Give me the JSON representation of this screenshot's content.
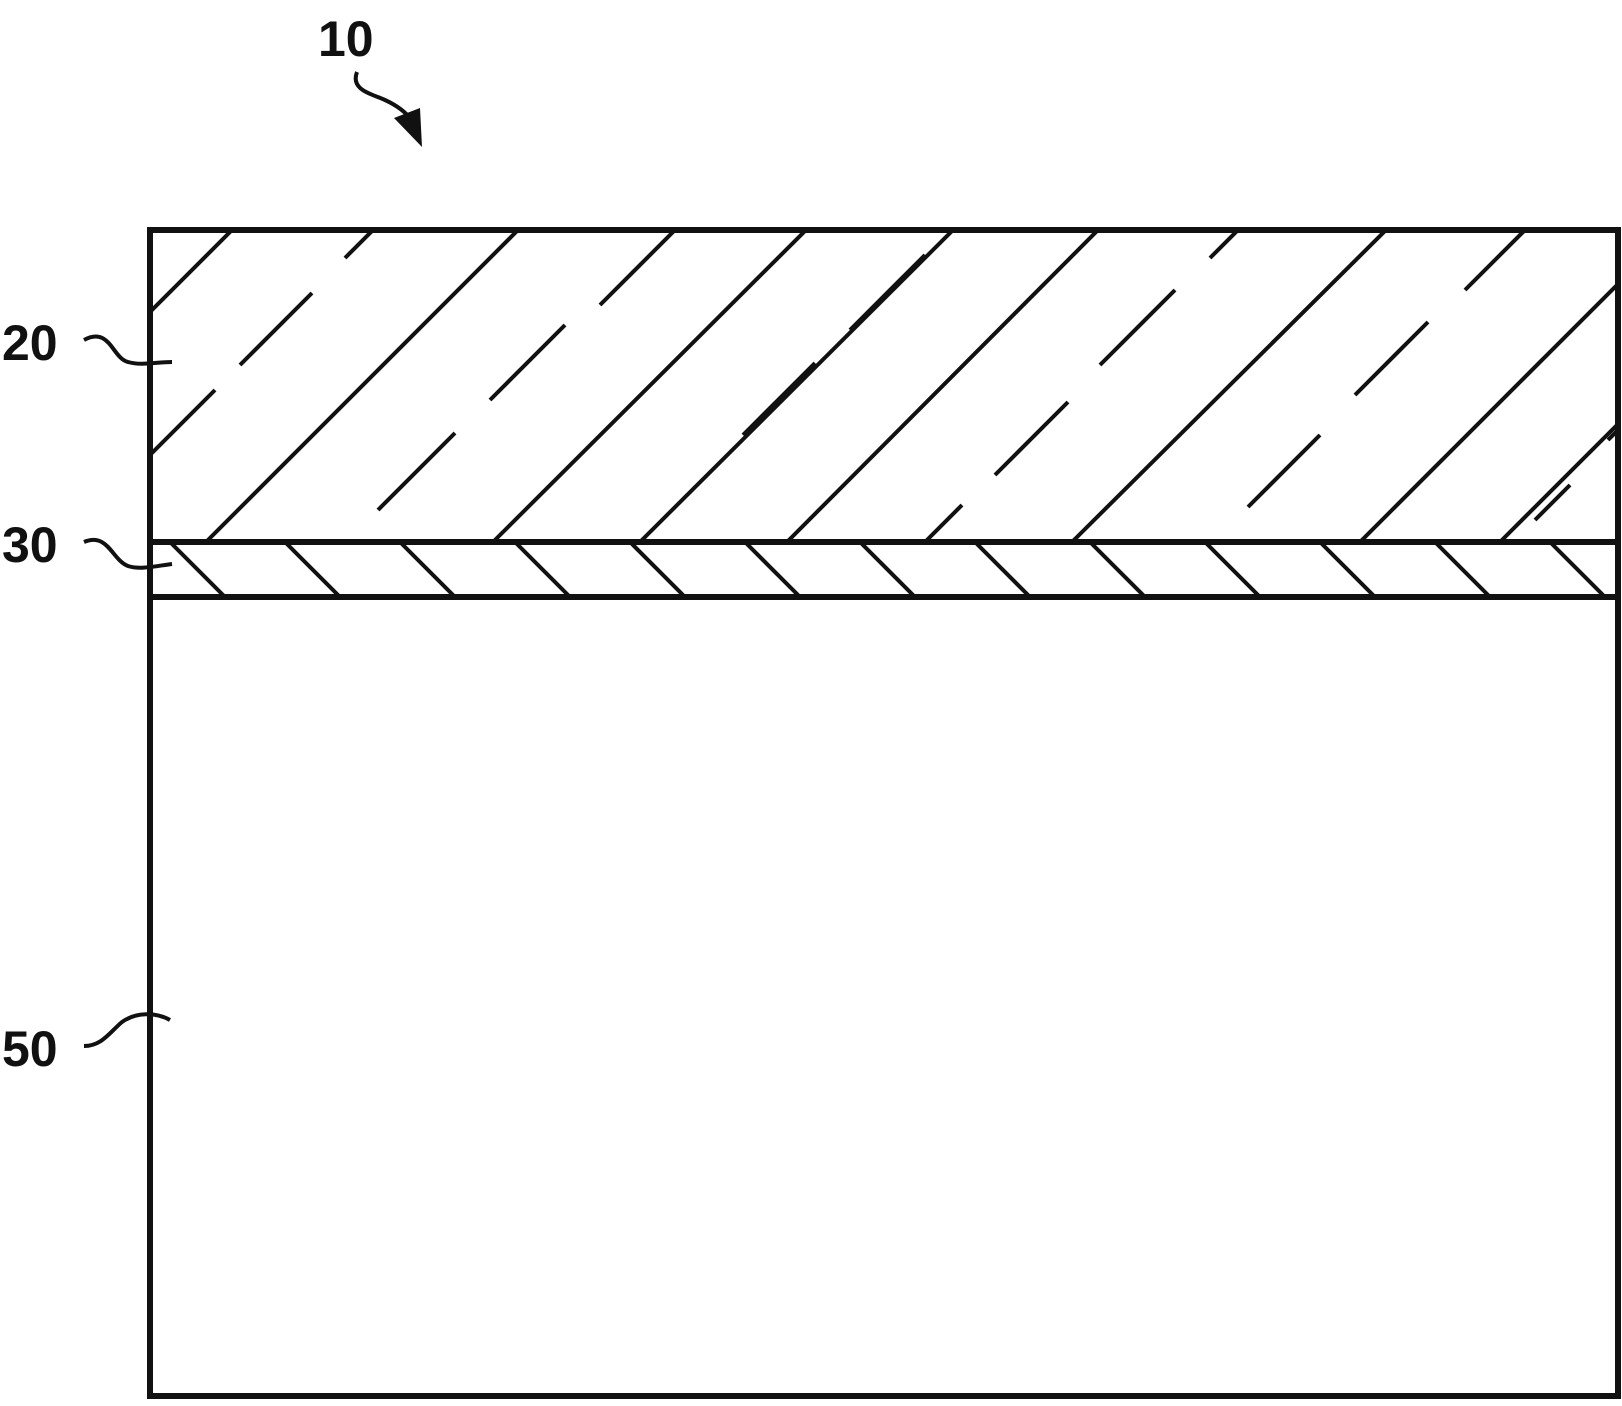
{
  "labels": {
    "assembly": "10",
    "layer_top": "20",
    "layer_middle": "30",
    "layer_bottom": "50"
  },
  "colors": {
    "ink": "#111111",
    "background": "#ffffff"
  }
}
